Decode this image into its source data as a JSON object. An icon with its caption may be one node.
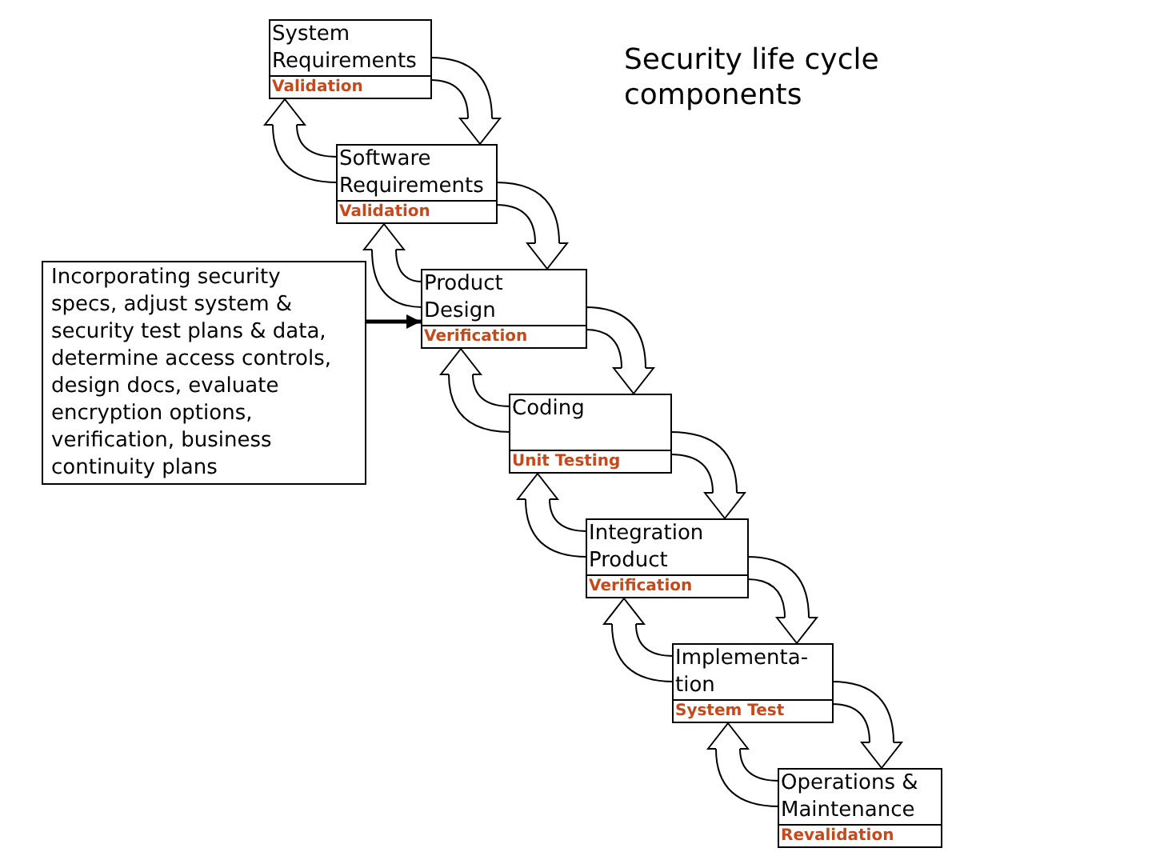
{
  "diagram": {
    "title": "Security life cycle components",
    "nodes": [
      {
        "text": [
          "System Requirements",
          "Validation"
        ]
      },
      {
        "text": [
          "Software Requirements",
          "Validation"
        ]
      },
      {
        "text": [
          "Incorporating security specs, adjust system & security test plans & data, determine access controls, design docs, evaluate encryption options, verification, business continuity plans"
        ]
      },
      {
        "text": [
          "Product Design",
          "Verification"
        ]
      },
      {
        "text": [
          "Coding",
          "Unit Testing"
        ]
      },
      {
        "text": [
          "Integration Product",
          "Verification"
        ]
      },
      {
        "text": [
          "Implementa-tion",
          "System Test"
        ]
      },
      {
        "text": [
          "Operations & Maintenance",
          "Revalidation"
        ]
      }
    ],
    "edges": [
      {
        "from": 0,
        "to": 1,
        "arrow": "to"
      },
      {
        "from": 1,
        "to": 0,
        "arrow": "to"
      },
      {
        "from": 1,
        "to": 3,
        "arrow": "to"
      },
      {
        "from": 3,
        "to": 1,
        "arrow": "to"
      },
      {
        "from": 2,
        "to": 3,
        "arrow": "to",
        "style": "thick"
      },
      {
        "from": 3,
        "to": 4,
        "arrow": "to"
      },
      {
        "from": 4,
        "to": 3,
        "arrow": "to"
      },
      {
        "from": 4,
        "to": 5,
        "arrow": "to"
      },
      {
        "from": 5,
        "to": 4,
        "arrow": "to"
      },
      {
        "from": 5,
        "to": 6,
        "arrow": "to"
      },
      {
        "from": 6,
        "to": 5,
        "arrow": "to"
      },
      {
        "from": 6,
        "to": 7,
        "arrow": "to"
      },
      {
        "from": 7,
        "to": 6,
        "arrow": "to"
      }
    ]
  }
}
